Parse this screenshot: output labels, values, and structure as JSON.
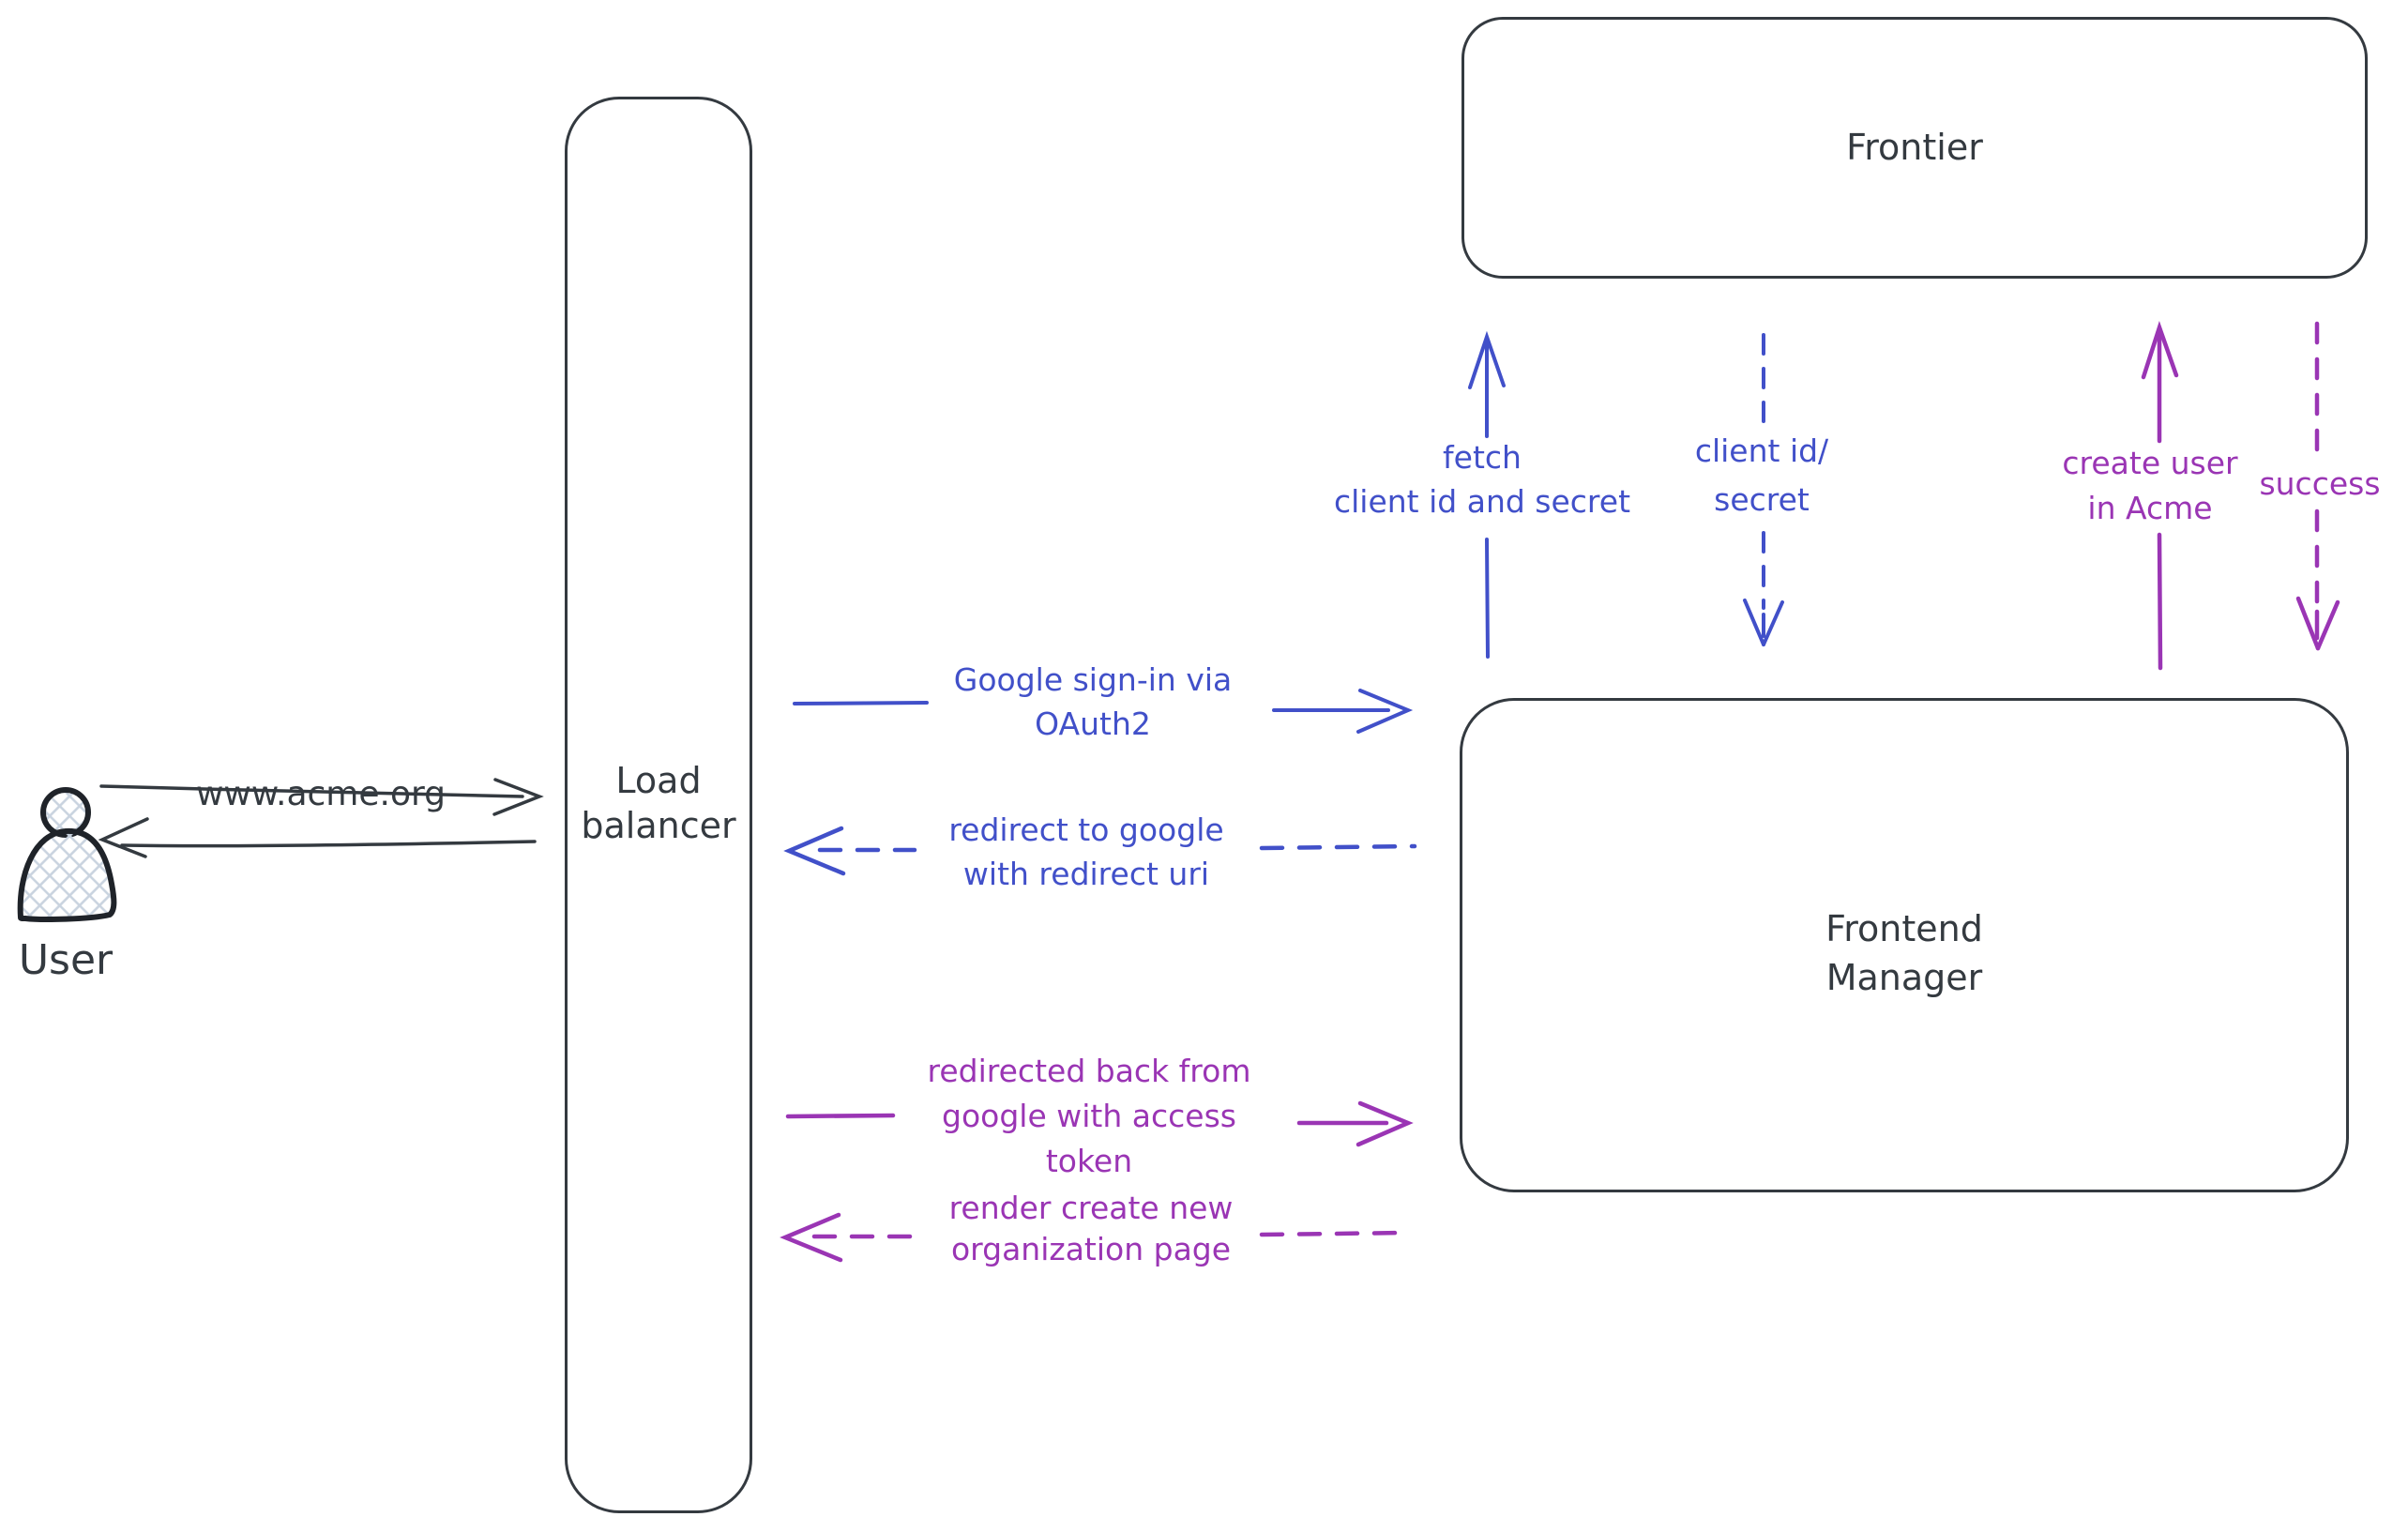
{
  "diagram": {
    "colors": {
      "dark": "#343a40",
      "blue": "#4150c9",
      "purple": "#9a35b4",
      "hatch_fill": "#c9d3df",
      "background": "#ffffff"
    },
    "nodes": {
      "user": {
        "label": "User"
      },
      "load_balancer": {
        "lines": [
          "Load",
          "balancer"
        ]
      },
      "frontier": {
        "label": "Frontier"
      },
      "frontend_manager": {
        "lines": [
          "Frontend",
          "Manager"
        ]
      }
    },
    "edges": {
      "www_acme": {
        "label": "www.acme.org",
        "style": "solid",
        "direction": "right",
        "color": "#343a40"
      },
      "return_to_user": {
        "label": "",
        "style": "solid",
        "direction": "left",
        "color": "#343a40"
      },
      "google_signin": {
        "lines": [
          "Google sign-in via",
          "OAuth2"
        ],
        "style": "solid",
        "direction": "right",
        "color": "#4150c9"
      },
      "redirect_google": {
        "lines": [
          "redirect to google",
          "with redirect uri"
        ],
        "style": "dashed",
        "direction": "left",
        "color": "#4150c9"
      },
      "redirected_back": {
        "lines": [
          "redirected back from",
          "google with access",
          "token"
        ],
        "style": "solid",
        "direction": "right",
        "color": "#9a35b4"
      },
      "render_org": {
        "lines": [
          "render create new",
          "organization page"
        ],
        "style": "dashed",
        "direction": "left",
        "color": "#9a35b4"
      },
      "fetch_secret": {
        "lines": [
          "fetch",
          "client id and secret"
        ],
        "style": "solid",
        "direction": "up",
        "color": "#4150c9"
      },
      "client_id_secret": {
        "lines": [
          "client id/",
          "secret"
        ],
        "style": "dashed",
        "direction": "down",
        "color": "#4150c9"
      },
      "create_user": {
        "lines": [
          "create user",
          "in Acme"
        ],
        "style": "solid",
        "direction": "up",
        "color": "#9a35b4"
      },
      "success": {
        "label": "success",
        "style": "dashed",
        "direction": "down",
        "color": "#9a35b4"
      }
    }
  }
}
